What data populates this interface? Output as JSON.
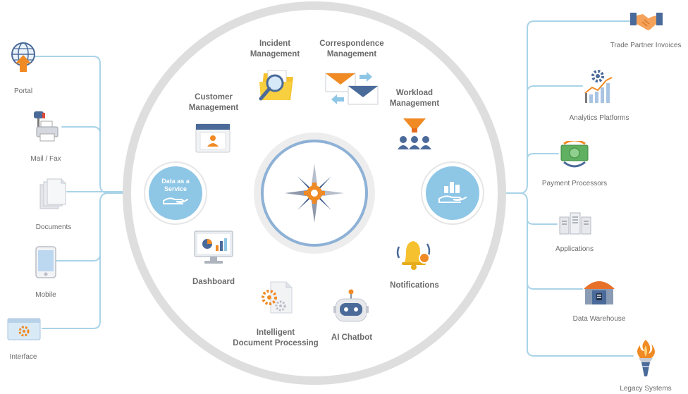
{
  "colors": {
    "ring": "#dedede",
    "connector": "#a9d3e8",
    "hub": "#8ec6e6",
    "orange": "#f08a24",
    "navy": "#4a6a99",
    "grey_text": "#6a6a6a"
  },
  "center": {
    "icon": "compass-gear-icon"
  },
  "hubs": {
    "left": {
      "line1": "Data as a",
      "line2": "Service",
      "icon": "open-hand-icon"
    },
    "right": {
      "icon": "hand-with-bar-chart-icon"
    }
  },
  "sources": [
    {
      "label": "Portal",
      "icon": "globe-upload-icon"
    },
    {
      "label": "Mail / Fax",
      "icon": "mailbox-printer-icon"
    },
    {
      "label": "Documents",
      "icon": "document-stack-icon"
    },
    {
      "label": "Mobile",
      "icon": "mobile-phone-icon"
    },
    {
      "label": "Interface",
      "icon": "browser-window-gear-icon"
    }
  ],
  "destinations": [
    {
      "label": "Trade Partner Invoices",
      "icon": "handshake-icon"
    },
    {
      "label": "Analytics Platforms",
      "icon": "gear-bar-chart-icon"
    },
    {
      "label": "Payment Processors",
      "icon": "money-cycle-icon"
    },
    {
      "label": "Applications",
      "icon": "server-rack-icon"
    },
    {
      "label": "Data Warehouse",
      "icon": "warehouse-icon"
    },
    {
      "label": "Legacy Systems",
      "icon": "torch-icon"
    }
  ],
  "modules": [
    {
      "line1": "Incident",
      "line2": "Management",
      "icon": "magnifier-folder-icon"
    },
    {
      "line1": "Correspondence",
      "line2": "Management",
      "icon": "envelope-exchange-icon"
    },
    {
      "line1": "Workload",
      "line2": "Management",
      "icon": "funnel-people-icon"
    },
    {
      "line1": "Customer",
      "line2": "Management",
      "icon": "customer-card-icon"
    },
    {
      "line1": "Dashboard",
      "line2": "",
      "icon": "monitor-chart-icon"
    },
    {
      "line1": "Intelligent",
      "line2": "Document Processing",
      "icon": "document-gears-icon"
    },
    {
      "line1": "AI Chatbot",
      "line2": "",
      "icon": "robot-icon"
    },
    {
      "line1": "Notifications",
      "line2": "",
      "icon": "bell-icon"
    }
  ]
}
